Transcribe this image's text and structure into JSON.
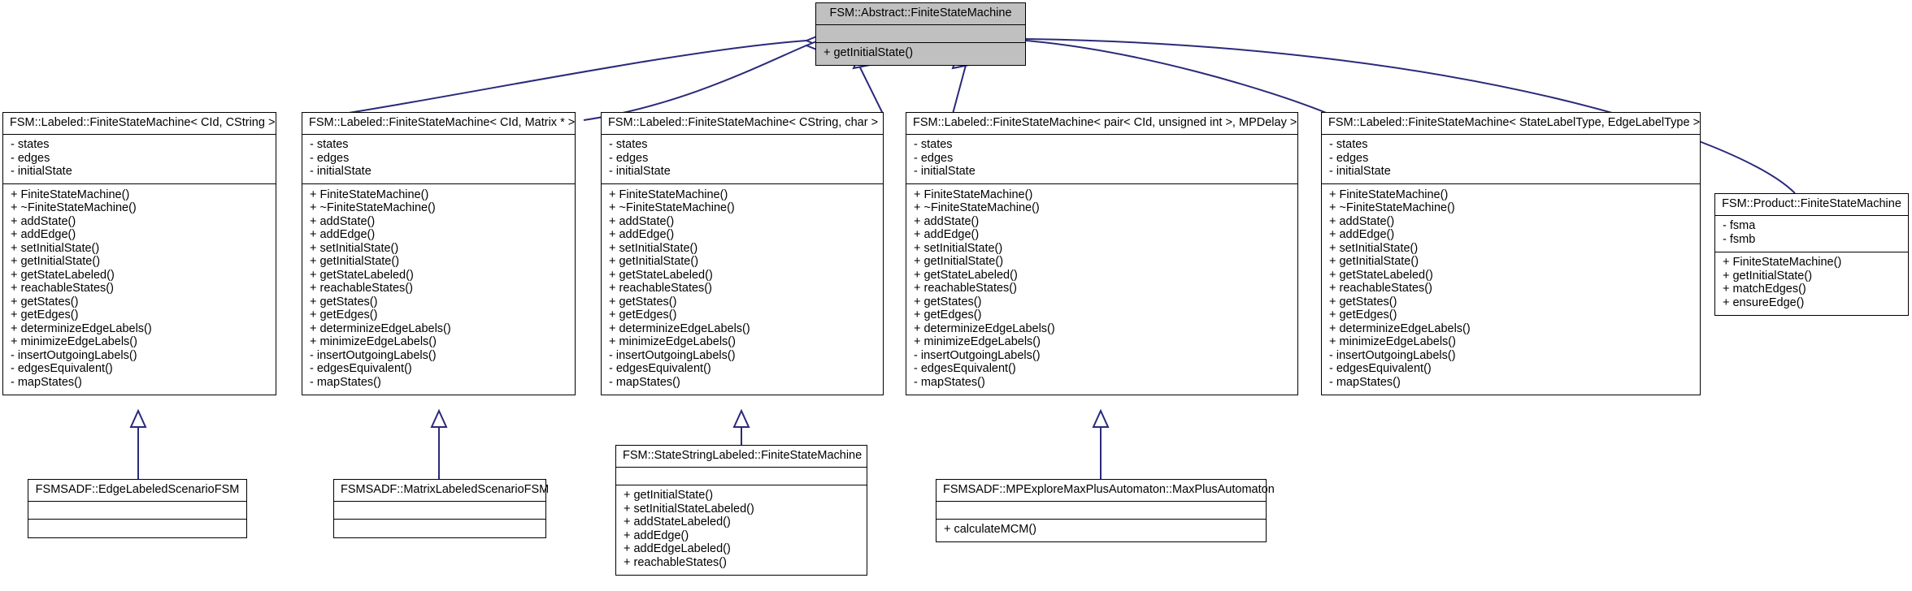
{
  "diagram": {
    "type": "uml-class-inheritance",
    "title": "FSM::Abstract::FiniteStateMachine inheritance diagram",
    "colors": {
      "edge": "#2a2a7a",
      "node_border": "#000000",
      "node_fill": "#ffffff",
      "highlight_fill": "#c0c0c0",
      "text": "#000000"
    }
  },
  "nodes": [
    {
      "id": "abstract-fsm",
      "name": "FSM::Abstract::FiniteStateMachine",
      "highlighted": true,
      "attributes": [],
      "methods": [
        "+ getInitialState()"
      ]
    },
    {
      "id": "labeled-cid-cstring",
      "name": "FSM::Labeled::FiniteStateMachine< CId, CString >",
      "highlighted": false,
      "attributes": [
        "- states",
        "- edges",
        "- initialState"
      ],
      "methods": [
        "+ FiniteStateMachine()",
        "+ ~FiniteStateMachine()",
        "+ addState()",
        "+ addEdge()",
        "+ setInitialState()",
        "+ getInitialState()",
        "+ getStateLabeled()",
        "+ reachableStates()",
        "+ getStates()",
        "+ getEdges()",
        "+ determinizeEdgeLabels()",
        "+ minimizeEdgeLabels()",
        "- insertOutgoingLabels()",
        "- edgesEquivalent()",
        "- mapStates()"
      ]
    },
    {
      "id": "labeled-cid-matrix",
      "name": "FSM::Labeled::FiniteStateMachine< CId, Matrix * >",
      "highlighted": false,
      "attributes": [
        "- states",
        "- edges",
        "- initialState"
      ],
      "methods": [
        "+ FiniteStateMachine()",
        "+ ~FiniteStateMachine()",
        "+ addState()",
        "+ addEdge()",
        "+ setInitialState()",
        "+ getInitialState()",
        "+ getStateLabeled()",
        "+ reachableStates()",
        "+ getStates()",
        "+ getEdges()",
        "+ determinizeEdgeLabels()",
        "+ minimizeEdgeLabels()",
        "- insertOutgoingLabels()",
        "- edgesEquivalent()",
        "- mapStates()"
      ]
    },
    {
      "id": "labeled-cstring-char",
      "name": "FSM::Labeled::FiniteStateMachine< CString, char >",
      "highlighted": false,
      "attributes": [
        "- states",
        "- edges",
        "- initialState"
      ],
      "methods": [
        "+ FiniteStateMachine()",
        "+ ~FiniteStateMachine()",
        "+ addState()",
        "+ addEdge()",
        "+ setInitialState()",
        "+ getInitialState()",
        "+ getStateLabeled()",
        "+ reachableStates()",
        "+ getStates()",
        "+ getEdges()",
        "+ determinizeEdgeLabels()",
        "+ minimizeEdgeLabels()",
        "- insertOutgoingLabels()",
        "- edgesEquivalent()",
        "- mapStates()"
      ]
    },
    {
      "id": "labeled-pair-mpdelay",
      "name": "FSM::Labeled::FiniteStateMachine< pair< CId, unsigned int >, MPDelay >",
      "highlighted": false,
      "attributes": [
        "- states",
        "- edges",
        "- initialState"
      ],
      "methods": [
        "+ FiniteStateMachine()",
        "+ ~FiniteStateMachine()",
        "+ addState()",
        "+ addEdge()",
        "+ setInitialState()",
        "+ getInitialState()",
        "+ getStateLabeled()",
        "+ reachableStates()",
        "+ getStates()",
        "+ getEdges()",
        "+ determinizeEdgeLabels()",
        "+ minimizeEdgeLabels()",
        "- insertOutgoingLabels()",
        "- edgesEquivalent()",
        "- mapStates()"
      ]
    },
    {
      "id": "labeled-statelabel-edgelabel",
      "name": "FSM::Labeled::FiniteStateMachine< StateLabelType, EdgeLabelType >",
      "highlighted": false,
      "attributes": [
        "- states",
        "- edges",
        "- initialState"
      ],
      "methods": [
        "+ FiniteStateMachine()",
        "+ ~FiniteStateMachine()",
        "+ addState()",
        "+ addEdge()",
        "+ setInitialState()",
        "+ getInitialState()",
        "+ getStateLabeled()",
        "+ reachableStates()",
        "+ getStates()",
        "+ getEdges()",
        "+ determinizeEdgeLabels()",
        "+ minimizeEdgeLabels()",
        "- insertOutgoingLabels()",
        "- edgesEquivalent()",
        "- mapStates()"
      ]
    },
    {
      "id": "product-fsm",
      "name": "FSM::Product::FiniteStateMachine",
      "highlighted": false,
      "attributes": [
        "- fsma",
        "- fsmb"
      ],
      "methods": [
        "+ FiniteStateMachine()",
        "+ getInitialState()",
        "+ matchEdges()",
        "+ ensureEdge()"
      ]
    },
    {
      "id": "edge-labeled-scenario-fsm",
      "name": "FSMSADF::EdgeLabeledScenarioFSM",
      "highlighted": false,
      "attributes": [],
      "methods": []
    },
    {
      "id": "matrix-labeled-scenario-fsm",
      "name": "FSMSADF::MatrixLabeledScenarioFSM",
      "highlighted": false,
      "attributes": [],
      "methods": []
    },
    {
      "id": "state-string-labeled-fsm",
      "name": "FSM::StateStringLabeled::FiniteStateMachine",
      "highlighted": false,
      "attributes": [],
      "methods": [
        "+ getInitialState()",
        "+ setInitialStateLabeled()",
        "+ addStateLabeled()",
        "+ addEdge()",
        "+ addEdgeLabeled()",
        "+ reachableStates()"
      ]
    },
    {
      "id": "max-plus-automaton",
      "name": "FSMSADF::MPExploreMaxPlusAutomaton::MaxPlusAutomaton",
      "highlighted": false,
      "attributes": [],
      "methods": [
        "+ calculateMCM()"
      ]
    }
  ],
  "edges": [
    {
      "from": "labeled-cid-cstring",
      "to": "abstract-fsm",
      "kind": "inheritance"
    },
    {
      "from": "labeled-cid-matrix",
      "to": "abstract-fsm",
      "kind": "inheritance"
    },
    {
      "from": "labeled-cstring-char",
      "to": "abstract-fsm",
      "kind": "inheritance"
    },
    {
      "from": "labeled-pair-mpdelay",
      "to": "abstract-fsm",
      "kind": "inheritance"
    },
    {
      "from": "labeled-statelabel-edgelabel",
      "to": "abstract-fsm",
      "kind": "inheritance"
    },
    {
      "from": "product-fsm",
      "to": "abstract-fsm",
      "kind": "inheritance"
    },
    {
      "from": "edge-labeled-scenario-fsm",
      "to": "labeled-cid-cstring",
      "kind": "inheritance"
    },
    {
      "from": "matrix-labeled-scenario-fsm",
      "to": "labeled-cid-matrix",
      "kind": "inheritance"
    },
    {
      "from": "state-string-labeled-fsm",
      "to": "labeled-cstring-char",
      "kind": "inheritance"
    },
    {
      "from": "max-plus-automaton",
      "to": "labeled-pair-mpdelay",
      "kind": "inheritance"
    }
  ]
}
